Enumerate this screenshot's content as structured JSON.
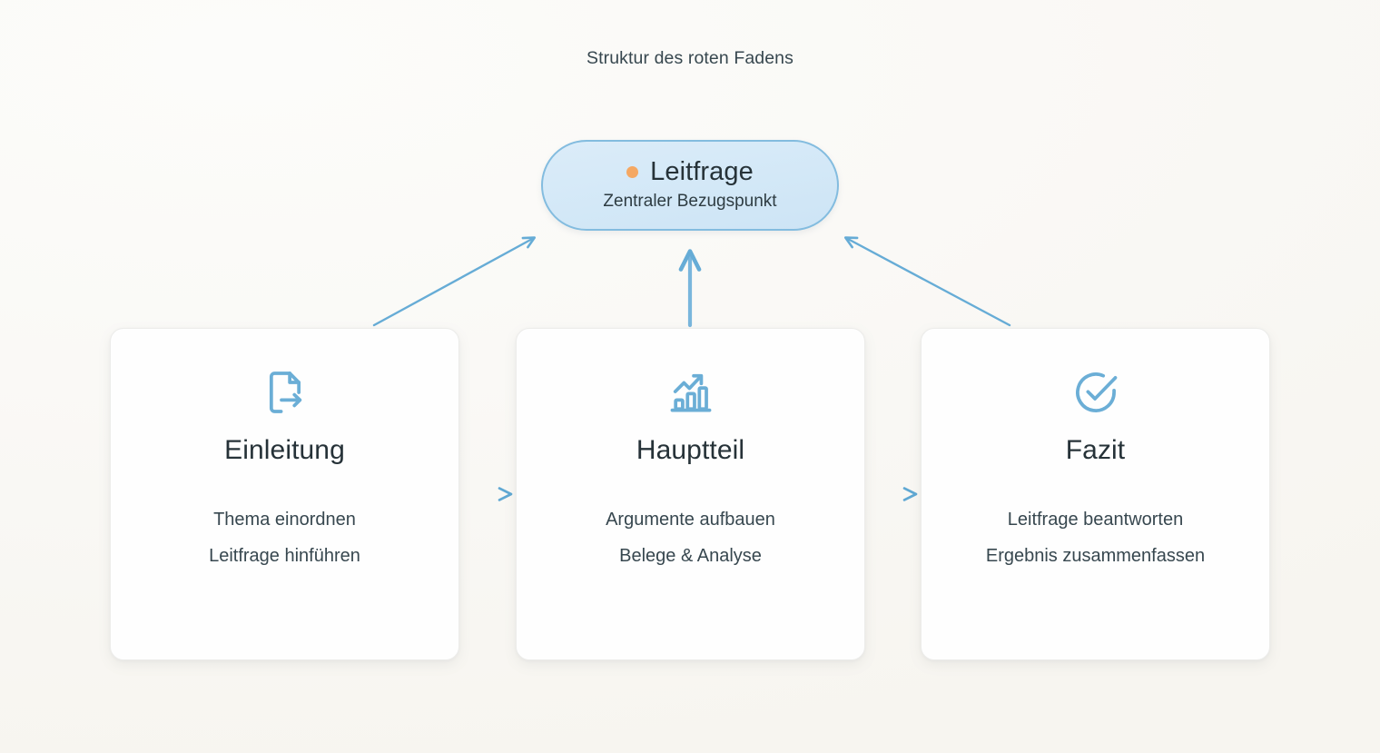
{
  "diagram": {
    "title": "Struktur des roten Fadens",
    "accent_blue": "#6BAED6",
    "accent_orange": "#F5A863",
    "pill_fill": "#D6EAF8",
    "pill_border": "#83BCDF",
    "background": "#FAFAF8",
    "heading_color": "#263238"
  },
  "focus_node": {
    "dot_icon": "orange-dot-icon",
    "title": "Leitfrage",
    "subtitle": "Zentraler Bezugspunkt"
  },
  "cards": [
    {
      "id": "einleitung",
      "icon": "file-export-icon",
      "heading": "Einleitung",
      "lines": [
        "Thema einordnen",
        "Leitfrage hinführen"
      ]
    },
    {
      "id": "hauptteil",
      "icon": "bar-chart-trend-up-icon",
      "heading": "Hauptteil",
      "lines": [
        "Argumente aufbauen",
        "Belege & Analyse"
      ]
    },
    {
      "id": "fazit",
      "icon": "check-circle-icon",
      "heading": "Fazit",
      "lines": [
        "Leitfrage beantworten",
        "Ergebnis zusammenfassen"
      ]
    }
  ],
  "connectors": [
    {
      "name": "einleitung-to-leitfrage",
      "kind": "diagonal-arrow-up-right"
    },
    {
      "name": "hauptteil-to-leitfrage",
      "kind": "vertical-arrow-up"
    },
    {
      "name": "fazit-to-leitfrage",
      "kind": "diagonal-arrow-up-left"
    },
    {
      "name": "einleitung-to-hauptteil",
      "kind": "horizontal-arrow-right"
    },
    {
      "name": "hauptteil-to-fazit",
      "kind": "horizontal-arrow-right"
    }
  ]
}
